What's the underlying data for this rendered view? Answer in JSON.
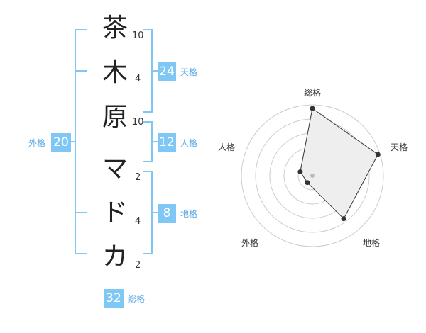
{
  "name_chars": [
    {
      "char": "茶",
      "strokes": "10"
    },
    {
      "char": "木",
      "strokes": "4"
    },
    {
      "char": "原",
      "strokes": "10"
    },
    {
      "char": "マ",
      "strokes": "2"
    },
    {
      "char": "ド",
      "strokes": "4"
    },
    {
      "char": "カ",
      "strokes": "2"
    }
  ],
  "scores": {
    "tenkaku": {
      "label": "天格",
      "value": "24"
    },
    "jinkaku": {
      "label": "人格",
      "value": "12"
    },
    "chikaku": {
      "label": "地格",
      "value": "8"
    },
    "gaikaku": {
      "label": "外格",
      "value": "20"
    },
    "soukaku": {
      "label": "総格",
      "value": "32"
    }
  },
  "radar": {
    "axes": [
      "総格",
      "天格",
      "地格",
      "外格",
      "人格"
    ],
    "values": [
      0.95,
      0.97,
      0.75,
      0.12,
      0.18
    ],
    "colors": {
      "grid": "#cccccc",
      "fill": "#eeeeee",
      "line": "#333333",
      "point": "#333333",
      "center": "#bbbbbb"
    }
  },
  "colors": {
    "accent": "#7fc8f5",
    "bracket": "#7fc8f5",
    "label": "#5aa9e6"
  }
}
